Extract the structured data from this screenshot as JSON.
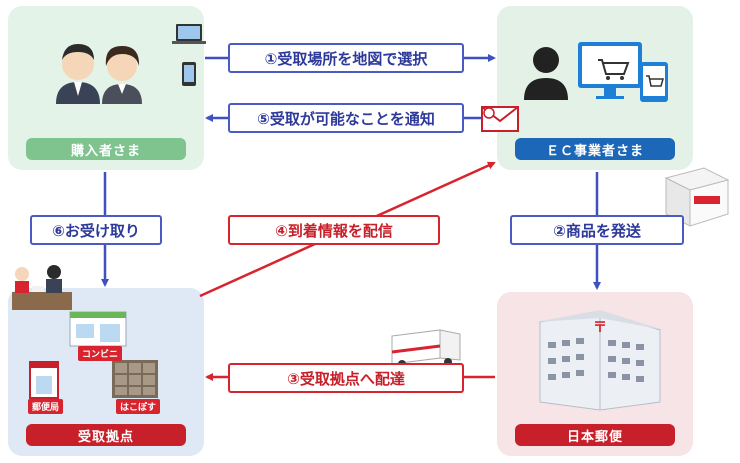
{
  "nodes": {
    "buyer": {
      "label": "購入者さま"
    },
    "ec": {
      "label": "ＥＣ事業者さま"
    },
    "pickup": {
      "label": "受取拠点"
    },
    "post": {
      "label": "日本郵便"
    }
  },
  "steps": {
    "s1": "①受取場所を地図で選択",
    "s2": "②商品を発送",
    "s3": "③受取拠点へ配達",
    "s4": "④到着情報を配信",
    "s5": "⑤受取が可能なことを通知",
    "s6": "⑥お受け取り"
  },
  "pickup_points": {
    "convenience": "コンビニ",
    "post_office": "郵便局",
    "locker": "はこぽす"
  },
  "colors": {
    "buyer_bg": "#e3f3e8",
    "buyer_tag": "#7fc48e",
    "ec_bg": "#e3f1e6",
    "ec_tag": "#1d67b8",
    "pickup_bg": "#dfe8f5",
    "pickup_tag": "#c8202a",
    "post_bg": "#f7e4e6",
    "post_tag": "#c8202a",
    "blue_arrow": "#3f51c0",
    "red_arrow": "#d8242e"
  }
}
